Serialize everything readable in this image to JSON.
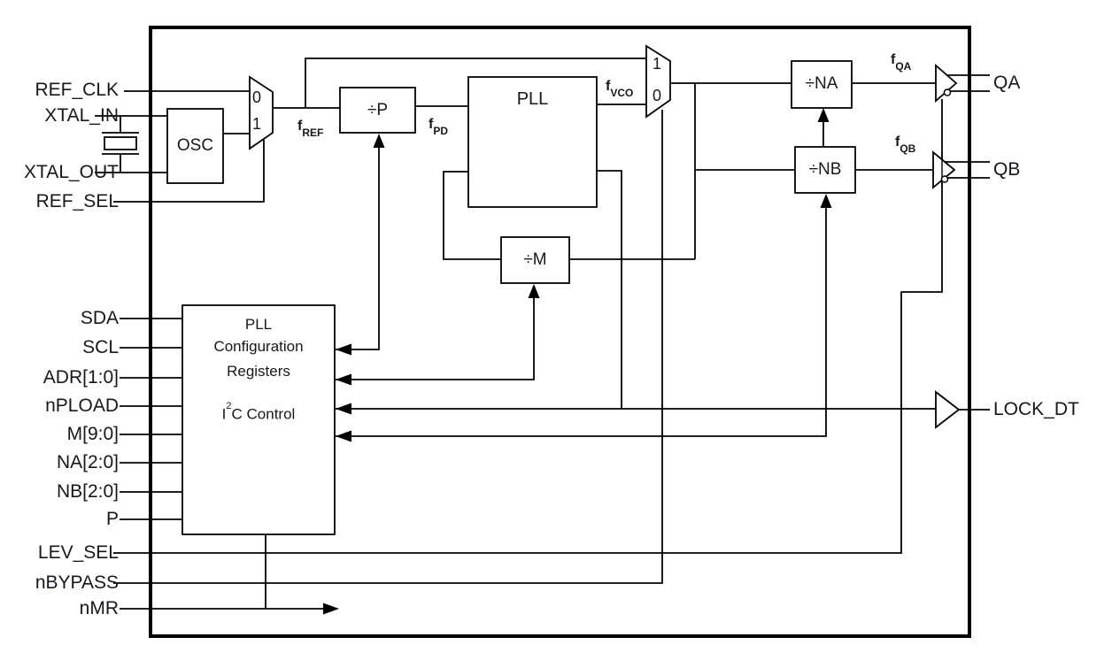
{
  "pins": {
    "ref_clk": "REF_CLK",
    "xtal_in": "XTAL_IN",
    "xtal_out": "XTAL_OUT",
    "ref_sel": "REF_SEL",
    "sda": "SDA",
    "scl": "SCL",
    "adr": "ADR[1:0]",
    "npload": "nPLOAD",
    "m": "M[9:0]",
    "na": "NA[2:0]",
    "nb": "NB[2:0]",
    "p": "P",
    "lev_sel": "LEV_SEL",
    "nbypass": "nBYPASS",
    "nmr": "nMR",
    "qa": "QA",
    "qb": "QB",
    "lock_dt": "LOCK_DT"
  },
  "blocks": {
    "osc": "OSC",
    "div_p": "÷P",
    "pll": "PLL",
    "div_m": "÷M",
    "div_na": "÷NA",
    "div_nb": "÷NB",
    "cfg": {
      "line1": "PLL",
      "line2": "Configuration",
      "line3": "Registers",
      "i2c_pre": "I",
      "i2c_sup": "2",
      "i2c_post": "C Control"
    }
  },
  "mux": {
    "ref_mux_in0": "0",
    "ref_mux_in1": "1",
    "bypass_mux_in1": "1",
    "bypass_mux_in0": "0"
  },
  "signals": {
    "f_ref": {
      "base": "f",
      "sub": "REF"
    },
    "f_pd": {
      "base": "f",
      "sub": "PD"
    },
    "f_vco": {
      "base": "f",
      "sub": "VCO"
    },
    "f_qa": {
      "base": "f",
      "sub": "QA"
    },
    "f_qb": {
      "base": "f",
      "sub": "QB"
    }
  },
  "colors": {
    "line": "#000000",
    "text": "#17171d",
    "background": "#ffffff"
  }
}
